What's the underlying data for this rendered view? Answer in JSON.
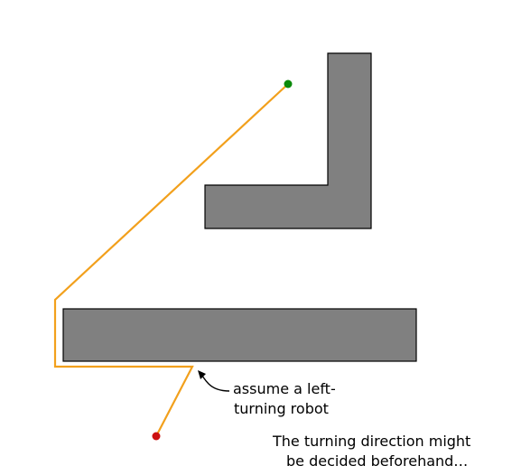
{
  "annotation": {
    "line1": "assume a left-",
    "line2": "turning robot"
  },
  "caption": {
    "line1": "The turning direction might",
    "line2": "be decided beforehand…"
  },
  "colors": {
    "obstacle_fill": "#808080",
    "path": "#f2a01c",
    "start_point": "#0a8a0a",
    "goal_point": "#cc1111"
  }
}
